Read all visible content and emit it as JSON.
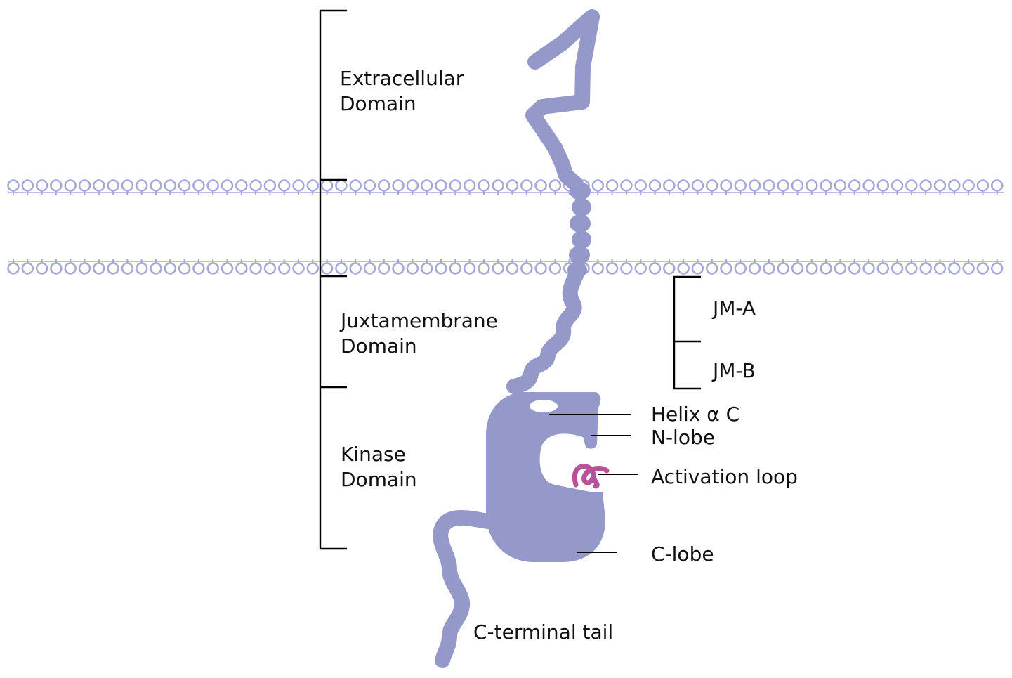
{
  "colors": {
    "protein": "#9499c9",
    "membrane": "#a4a8d6",
    "activation_loop": "#b8509a",
    "text": "#111111",
    "lines": "#000000"
  },
  "domains": {
    "extracellular": [
      "Extracellular",
      "Domain"
    ],
    "juxtamembrane": [
      "Juxtamembrane",
      "Domain"
    ],
    "kinase": [
      "Kinase",
      "Domain"
    ]
  },
  "juxtamembrane_subregions": {
    "jm_a": "JM-A",
    "jm_b": "JM-B"
  },
  "kinase_features": {
    "helix_ac": "Helix α C",
    "n_lobe": "N-lobe",
    "activation_loop": "Activation loop",
    "c_lobe": "C-lobe"
  },
  "tail": {
    "c_terminal": "C-terminal tail"
  }
}
